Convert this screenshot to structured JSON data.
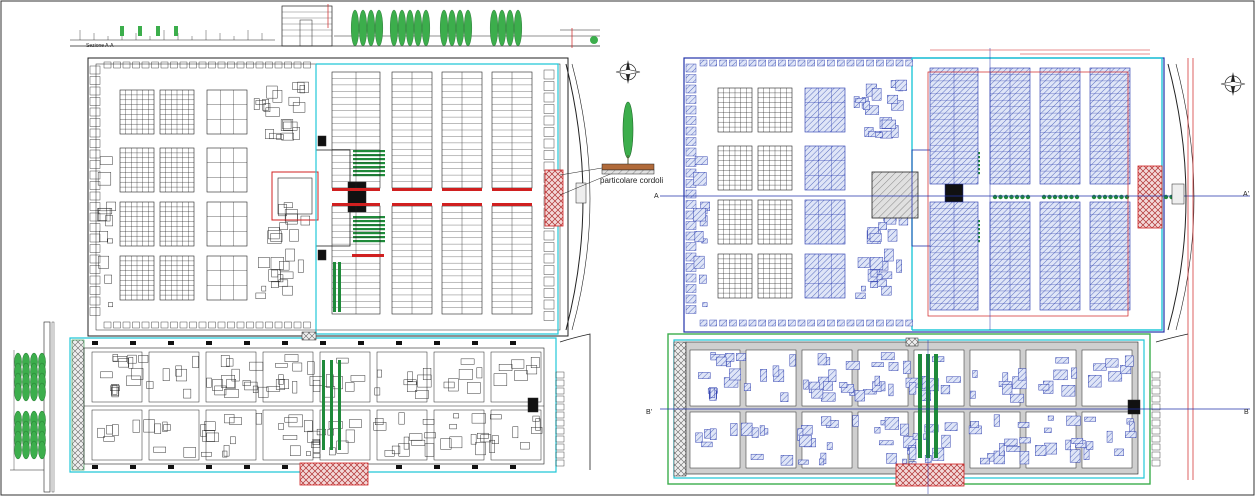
{
  "drawing": {
    "section_label": "Sezione A-A",
    "detail_label": "particolare cordoli",
    "markers": {
      "a_left": "A",
      "a_right": "A'",
      "b_left": "B'",
      "b_right": "B"
    }
  },
  "colors": {
    "background": "#ffffff",
    "ink": "#222222",
    "plan_blue": "#2233aa",
    "hatch_blue": "#8fa0d8",
    "cyan_path": "#22c8d8",
    "green_hedge": "#1f8a3a",
    "tree_green": "#3cae4c",
    "red_line": "#d02020",
    "grey_fill": "#c8c8c8"
  },
  "icons": [
    "north-arrow-icon",
    "tree-icon",
    "compass-rose-icon"
  ]
}
